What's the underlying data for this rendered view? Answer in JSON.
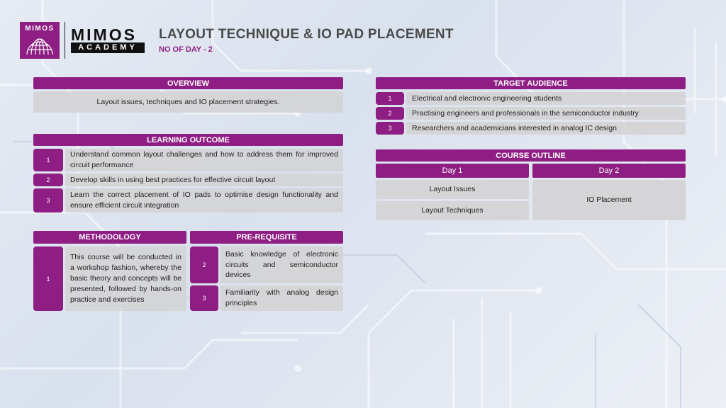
{
  "brand": {
    "logo_text": "MIMOS",
    "name": "MIMOS",
    "academy": "ACADEMY",
    "colors": {
      "accent": "#8e1e83",
      "cell": "#d4d4d6",
      "title": "#4a4a4a"
    }
  },
  "header": {
    "title": "LAYOUT TECHNIQUE & IO PAD PLACEMENT",
    "subtitle": "NO OF DAY - 2"
  },
  "overview": {
    "title": "OVERVIEW",
    "text": "Layout issues, techniques and IO placement strategies."
  },
  "learning_outcome": {
    "title": "LEARNING OUTCOME",
    "items": [
      {
        "num": "1",
        "text": "Understand common layout challenges and how to address them for improved circuit performance"
      },
      {
        "num": "2",
        "text": "Develop skills in using best practices for effective circuit layout"
      },
      {
        "num": "3",
        "text": "Learn the correct placement of IO pads to optimise design functionality and ensure efficient circuit integration"
      }
    ]
  },
  "methodology": {
    "title": "METHODOLOGY",
    "items": [
      {
        "num": "1",
        "text": "This course will be conducted in a workshop fashion, whereby the basic theory and concepts will be presented, followed by hands-on practice and exercises"
      }
    ]
  },
  "prerequisite": {
    "title": "PRE-REQUISITE",
    "items": [
      {
        "num": "2",
        "text": "Basic knowledge of electronic circuits and semiconductor devices"
      },
      {
        "num": "3",
        "text": "Familiarity with analog design principles"
      }
    ]
  },
  "target_audience": {
    "title": "TARGET AUDIENCE",
    "items": [
      {
        "num": "1",
        "text": "Electrical and electronic engineering students"
      },
      {
        "num": "2",
        "text": "Practising engineers and professionals in the semiconductor industry"
      },
      {
        "num": "3",
        "text": "Researchers and academicians interested in analog IC design"
      }
    ]
  },
  "course_outline": {
    "title": "COURSE OUTLINE",
    "days": [
      {
        "label": "Day 1",
        "topics": [
          "Layout Issues",
          "Layout Techniques"
        ]
      },
      {
        "label": "Day 2",
        "topics": [
          "IO Placement"
        ]
      }
    ]
  }
}
